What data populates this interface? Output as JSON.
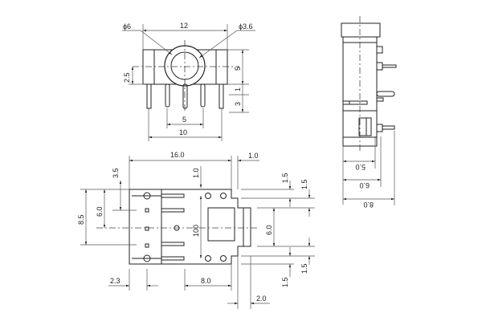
{
  "top_view": {
    "dia_outer": "ϕ6",
    "dia_inner": "ϕ3.6",
    "width": "12",
    "height": "5",
    "pin_gap": "1",
    "pin_len": "3",
    "center_height": "2.5",
    "inner_pin_pitch": "5",
    "outer_pin_pitch": "10"
  },
  "bottom_view": {
    "length": "16.0",
    "step": "1.0",
    "hole_offset": "1.0",
    "left_top": "3.5",
    "left_mid": "6.0",
    "left_total": "8.5",
    "slot_height": "100",
    "right_mid": "6.0",
    "right_top_a": "1.5",
    "right_top_b": "1.5",
    "right_bot_a": "1.5",
    "right_bot_b": "1.5",
    "pin_offset": "2.3",
    "hole_span": "8.0",
    "tab": "2.0"
  },
  "side_view": {
    "dim_a": "5.0",
    "dim_b": "6.0",
    "dim_c": "8.0"
  }
}
